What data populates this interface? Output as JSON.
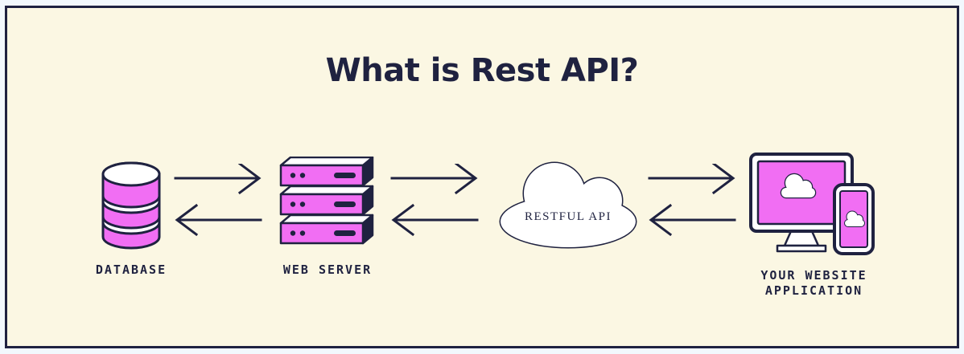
{
  "colors": {
    "outer_background": "#f2f8fd",
    "background": "#fbf7e3",
    "ink": "#1f2240",
    "accent_pink": "#f16ef3",
    "icon_screen_white": "#ffffff"
  },
  "title": "What is Rest API?",
  "diagram": {
    "database": {
      "label": "DATABASE"
    },
    "web_server": {
      "label": "WEB SERVER"
    },
    "api_cloud": {
      "label": "RESTFUL API"
    },
    "client": {
      "label_line1": "YOUR WEBSITE",
      "label_line2": "APPLICATION"
    }
  },
  "icons": {
    "database": "database-cylinder-icon",
    "web_server": "server-stack-icon",
    "api_cloud": "cloud-icon",
    "client": "monitor-and-phone-icon",
    "flow": "bidirectional-arrows-icon"
  }
}
